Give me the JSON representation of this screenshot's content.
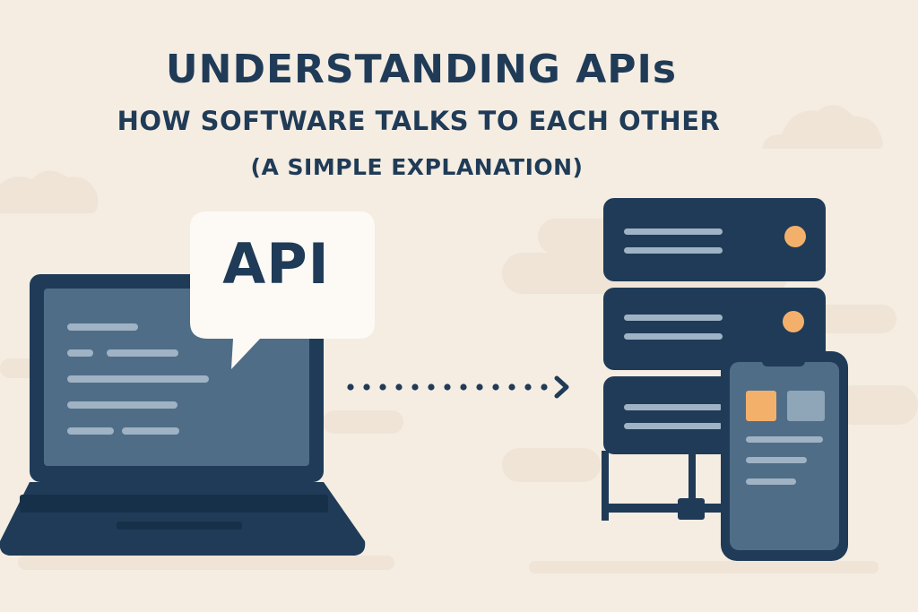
{
  "title": {
    "main": "UNDERSTANDING APIs",
    "subtitle": "HOW SOFTWARE TALKS TO EACH OTHER",
    "note": "(A SIMPLE EXPLANATION)"
  },
  "speech_bubble": {
    "label": "API"
  },
  "colors": {
    "background": "#f5ede2",
    "navy": "#1f3b57",
    "screen_blue": "#4f6d87",
    "accent_orange": "#f3b06b",
    "text_lines": "#9fb3c4"
  }
}
